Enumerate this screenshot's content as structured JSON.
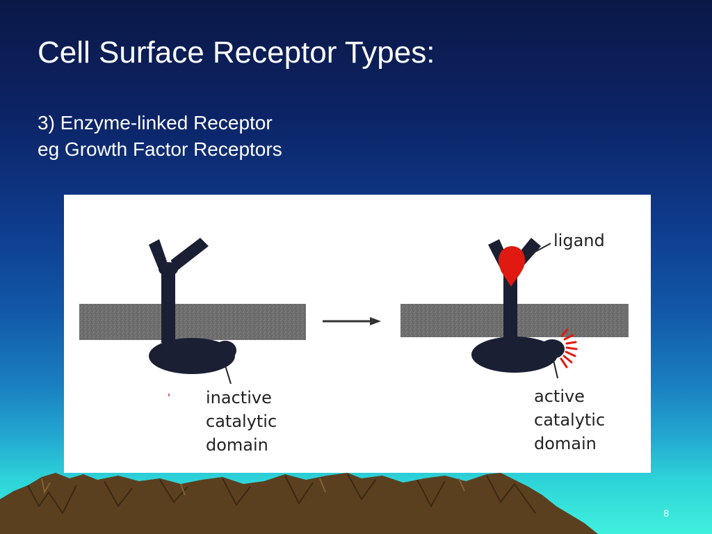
{
  "slide": {
    "title": "Cell Surface Receptor Types:",
    "subtitle_lines": [
      "3) Enzyme-linked Receptor",
      "eg Growth Factor Receptors"
    ],
    "page_number": "8"
  },
  "diagram": {
    "labels": {
      "ligand": "ligand",
      "inactive": [
        "inactive",
        "catalytic",
        "domain"
      ],
      "active": [
        "active",
        "catalytic",
        "domain"
      ]
    },
    "colors": {
      "receptor": "#1a1f33",
      "membrane": "#707070",
      "ligand": "#e01a10",
      "active_spark": "#e01a10",
      "mountain": "#5b4020"
    }
  }
}
